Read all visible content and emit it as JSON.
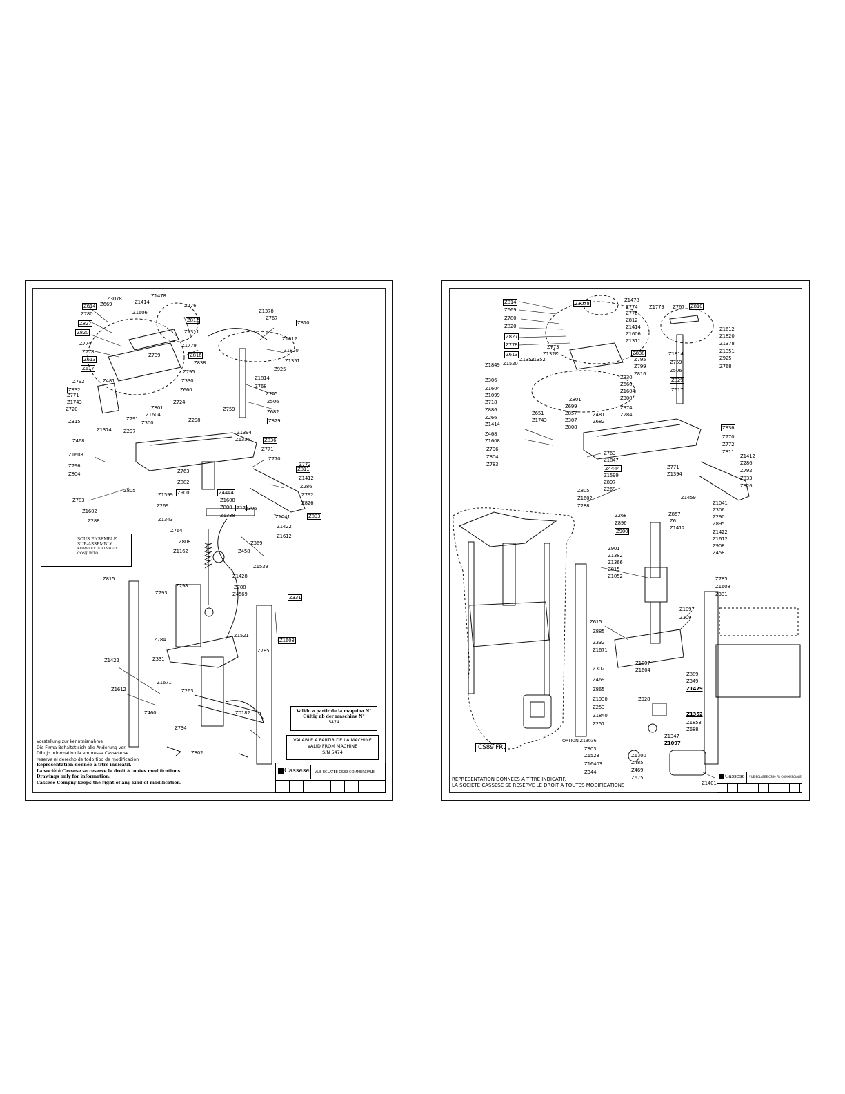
{
  "sheet_left": {
    "callouts": [
      "Z814",
      "Z669",
      "Z3078",
      "Z1414",
      "Z1478",
      "Z776",
      "Z780",
      "Z1606",
      "Z827",
      "Z812",
      "Z820",
      "Z1311",
      "Z774",
      "Z778",
      "Z613",
      "Z617",
      "Z739",
      "Z1779",
      "Z816",
      "Z838",
      "Z795",
      "Z330",
      "Z792",
      "Z660",
      "Z481",
      "Z771",
      "Z832",
      "Z1743",
      "Z720",
      "Z791",
      "Z315",
      "Z1374",
      "Z297",
      "Z1604",
      "Z300",
      "Z801",
      "Z724",
      "Z298",
      "Z1378",
      "Z767",
      "Z810",
      "Z1612",
      "Z1820",
      "Z1351",
      "Z925",
      "Z1814",
      "Z768",
      "Z506",
      "Z765",
      "Z759",
      "Z682",
      "Z829",
      "Z468",
      "Z1608",
      "Z796",
      "Z804",
      "Z805",
      "Z783",
      "Z1602",
      "Z288",
      "Z1394",
      "Z1336",
      "Z836",
      "Z771",
      "Z770",
      "Z772",
      "Z811",
      "Z1412",
      "Z286",
      "Z792",
      "Z826",
      "Z833",
      "Z1041",
      "Z763",
      "Z882",
      "Z900",
      "Z4444",
      "Z1599",
      "Z269",
      "Z1608",
      "Z1338",
      "Z800",
      "Z12",
      "Z306",
      "Z1343",
      "Z1422",
      "Z1612",
      "Z369",
      "Z764",
      "Z808",
      "Z458",
      "Z1539",
      "Z1162",
      "Z1428",
      "Z788",
      "Z4569",
      "Z815",
      "Z793",
      "Z298",
      "Z331",
      "Z1608",
      "Z1521",
      "Z784",
      "Z785",
      "Z331",
      "Z1671",
      "Z1422",
      "Z263",
      "Z1612",
      "Z460",
      "Z0182",
      "Z734",
      "Z802"
    ],
    "legend": {
      "line1": "SOUS ENSEMBLE",
      "line2": "SUB-ASSEMBLY",
      "line3": "KOMPLETTE EINHEIT",
      "line4": "CONJUNTO"
    },
    "valid_box_1": {
      "line1": "Valido a partir de la maquina N°",
      "line2": "Gültig ab der maschine N°",
      "line3": "5474"
    },
    "valid_box_2": {
      "line1": "VALABLE A PARTIR DE LA MACHINE",
      "line2": "VALID FROM MACHINE",
      "line3": "S/N 5474"
    },
    "disclaimer": [
      "Vorstellung zur kenntnisnahme",
      "Die Firma Behaltet sich alle Änderung vor.",
      "Dibujo informativo la empressa Cassese se",
      "reserva el derecho de todo tipo de modificacion",
      "Représentation donnée à titre indicatif.",
      "La société Cassese se reserve le droit à toutes modifications.",
      "Drawings only for information.",
      "Cassese Compny keeps the right of any kind of modification."
    ],
    "title_block": {
      "brand": "Cassese",
      "title": "VUE ECLATEE CS89 COMMERCIALE"
    }
  },
  "sheet_right": {
    "callouts": [
      "Z814",
      "Z3078",
      "Z1478",
      "Z669",
      "Z774",
      "Z780",
      "Z776",
      "Z812",
      "Z820",
      "Z1414",
      "Z827",
      "Z1606",
      "Z778",
      "Z1311",
      "Z613",
      "Z1779",
      "Z767",
      "Z810",
      "Z1612",
      "Z1820",
      "Z1378",
      "Z1351",
      "Z925",
      "Z768",
      "Z1352",
      "Z1328",
      "Z773",
      "Z838",
      "Z795",
      "Z799",
      "Z816",
      "Z1814",
      "Z759",
      "Z506",
      "Z829",
      "Z617",
      "Z1849",
      "Z1520",
      "Z1352",
      "Z306",
      "Z1604",
      "Z1099",
      "Z718",
      "Z886",
      "Z266",
      "Z1414",
      "Z468",
      "Z1608",
      "Z796",
      "Z804",
      "Z783",
      "Z651",
      "Z1743",
      "Z699",
      "Z857",
      "Z307",
      "Z808",
      "Z801",
      "Z330",
      "Z660",
      "Z1604",
      "Z300",
      "Z374",
      "Z284",
      "Z481",
      "Z682",
      "Z836",
      "Z770",
      "Z772",
      "Z811",
      "Z1412",
      "Z286",
      "Z792",
      "Z833",
      "Z826",
      "Z763",
      "Z1847",
      "Z4444",
      "Z1599",
      "Z897",
      "Z269",
      "Z771",
      "Z1394",
      "Z1459",
      "Z1041",
      "Z306",
      "Z290",
      "Z895",
      "Z805",
      "Z1602",
      "Z288",
      "Z268",
      "Z896",
      "Z900",
      "Z857",
      "Z6",
      "Z1412",
      "Z1422",
      "Z1612",
      "Z908",
      "Z458",
      "Z901",
      "Z1382",
      "Z1366",
      "Z815",
      "Z1052",
      "Z785",
      "Z1608",
      "Z331",
      "Z615",
      "Z1097",
      "Z309",
      "Z885",
      "Z332",
      "Z1671",
      "Z1097",
      "Z1604",
      "Z302",
      "Z469",
      "Z865",
      "Z889",
      "Z349",
      "Z1479",
      "Z928",
      "Z1930",
      "Z253",
      "Z1840",
      "Z257",
      "Z1352",
      "Z1853",
      "Z688",
      "Z1347",
      "Z1097",
      "Z803",
      "Z1523",
      "Z16403",
      "Z344",
      "Z1700",
      "Z485",
      "Z469",
      "Z675",
      "Z1401"
    ],
    "option_label": "OPTION Z13036",
    "model_label": "CS89 FR",
    "footer": [
      "REPRESENTATION DONNEES A TITRE INDICATIF.",
      "LA SOCIETE CASSESE SE RESERVE LE DROIT A TOUTES MODIFICATIONS"
    ],
    "title_block": {
      "brand": "Cassese",
      "title": "VUE ECLATEE CS89 FR COMMERCIALE"
    }
  }
}
